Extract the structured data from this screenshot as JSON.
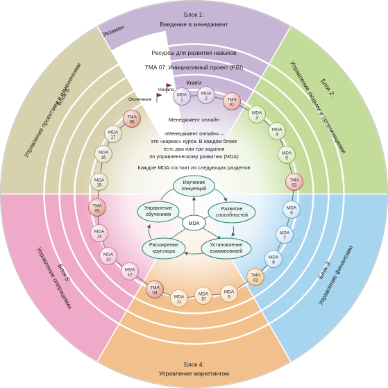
{
  "blocks": [
    {
      "id": "b1",
      "title": "Блок 1:",
      "subtitle": "Введение в менеджмент",
      "color": "#c7b5d6"
    },
    {
      "id": "b2",
      "title": "Блок 2:",
      "subtitle": "Управление людьми и организациями",
      "color": "#c4dc9a"
    },
    {
      "id": "b3",
      "title": "Блок 3:",
      "subtitle": "Управление финансами",
      "color": "#a7d4ef"
    },
    {
      "id": "b4",
      "title": "Блок 4:",
      "subtitle": "Управление маркетингом",
      "color": "#f2c08c"
    },
    {
      "id": "b5",
      "title": "Блок 5:",
      "subtitle": "Управление операциями",
      "color": "#eeaac8"
    },
    {
      "id": "b6",
      "title": "Блок 6:",
      "subtitle": "Управление проектами и изменениями",
      "color": "#d7d1ad"
    }
  ],
  "exam_label": "Экзамен",
  "rings": [
    {
      "id": "resources",
      "label": "Ресурсы для развития навыков"
    },
    {
      "id": "tma07",
      "label": "ТМА 07: Инициативный проект (PBI)"
    },
    {
      "id": "books",
      "label": "Книги"
    }
  ],
  "flags": {
    "start": "Начало",
    "end": "Окончание"
  },
  "nodes": [
    {
      "l1": "MDA",
      "l2": "1",
      "kind": "mda",
      "fill": "#d9cde6",
      "stroke": "#8e77a8"
    },
    {
      "l1": "MDA",
      "l2": "2",
      "kind": "mda",
      "fill": "#d9cde6",
      "stroke": "#8e77a8"
    },
    {
      "l1": "TMA",
      "l2": "01",
      "kind": "tma",
      "fill": "#e7a8a8",
      "stroke": "#a85c5c"
    },
    {
      "l1": "MDA",
      "l2": "3",
      "kind": "mda",
      "fill": "#d8e8b8",
      "stroke": "#8aa85a"
    },
    {
      "l1": "MDA",
      "l2": "4",
      "kind": "mda",
      "fill": "#d8e8b8",
      "stroke": "#8aa85a"
    },
    {
      "l1": "MDA",
      "l2": "5",
      "kind": "mda",
      "fill": "#d8e8b8",
      "stroke": "#8aa85a"
    },
    {
      "l1": "TMA",
      "l2": "02",
      "kind": "tma",
      "fill": "#e7a8a8",
      "stroke": "#a85c5c"
    },
    {
      "l1": "MDA",
      "l2": "6",
      "kind": "mda",
      "fill": "#cfe6f6",
      "stroke": "#5f9ec8"
    },
    {
      "l1": "MDA",
      "l2": "7",
      "kind": "mda",
      "fill": "#cfe6f6",
      "stroke": "#5f9ec8"
    },
    {
      "l1": "MDA",
      "l2": "8",
      "kind": "mda",
      "fill": "#cfe6f6",
      "stroke": "#5f9ec8"
    },
    {
      "l1": "TMA",
      "l2": "03",
      "kind": "tma",
      "fill": "#f3c78e",
      "stroke": "#c08540"
    },
    {
      "l1": "MDA",
      "l2": "9",
      "kind": "mda",
      "fill": "#f7ddb8",
      "stroke": "#c9955a"
    },
    {
      "l1": "MDA",
      "l2": "10",
      "kind": "mda",
      "fill": "#f7ddb8",
      "stroke": "#c9955a"
    },
    {
      "l1": "MDA",
      "l2": "11",
      "kind": "mda",
      "fill": "#f7ddb8",
      "stroke": "#c9955a"
    },
    {
      "l1": "TMA",
      "l2": "04",
      "kind": "tma",
      "fill": "#e2a08e",
      "stroke": "#a5604f"
    },
    {
      "l1": "MDA",
      "l2": "12",
      "kind": "mda",
      "fill": "#f3c4d6",
      "stroke": "#c0738f"
    },
    {
      "l1": "MDA",
      "l2": "13",
      "kind": "mda",
      "fill": "#f3c4d6",
      "stroke": "#c0738f"
    },
    {
      "l1": "MDA",
      "l2": "14",
      "kind": "mda",
      "fill": "#f3c4d6",
      "stroke": "#c0738f"
    },
    {
      "l1": "TMA",
      "l2": "05",
      "kind": "tma",
      "fill": "#e2a08e",
      "stroke": "#a5604f"
    },
    {
      "l1": "MDA",
      "l2": "15",
      "kind": "mda",
      "fill": "#e3dfc6",
      "stroke": "#9e9875"
    },
    {
      "l1": "MDA",
      "l2": "16",
      "kind": "mda",
      "fill": "#e3dfc6",
      "stroke": "#9e9875"
    },
    {
      "l1": "MDA",
      "l2": "17",
      "kind": "mda",
      "fill": "#e3dfc6",
      "stroke": "#9e9875"
    },
    {
      "l1": "TMA",
      "l2": "06",
      "kind": "tma",
      "fill": "#e2a08e",
      "stroke": "#a5604f"
    }
  ],
  "center": {
    "title": "Менеджмент онлайн",
    "lines": [
      "«Менеджмент онлайн» –",
      "это «каркас» курса. В каждом блоке",
      "есть два или три задания",
      "по управленческому развитию (MDA)"
    ],
    "footer": "Каждое MDA состоит из следующих разделов"
  },
  "hub": {
    "label": "MDA",
    "parts": [
      {
        "l1": "Изучение",
        "l2": "концепций"
      },
      {
        "l1": "Развитие",
        "l2": "способностей"
      },
      {
        "l1": "Установление",
        "l2": "взаимосвязей"
      },
      {
        "l1": "Расширение",
        "l2": "кругозора"
      },
      {
        "l1": "Управление",
        "l2": "обучением"
      }
    ]
  }
}
